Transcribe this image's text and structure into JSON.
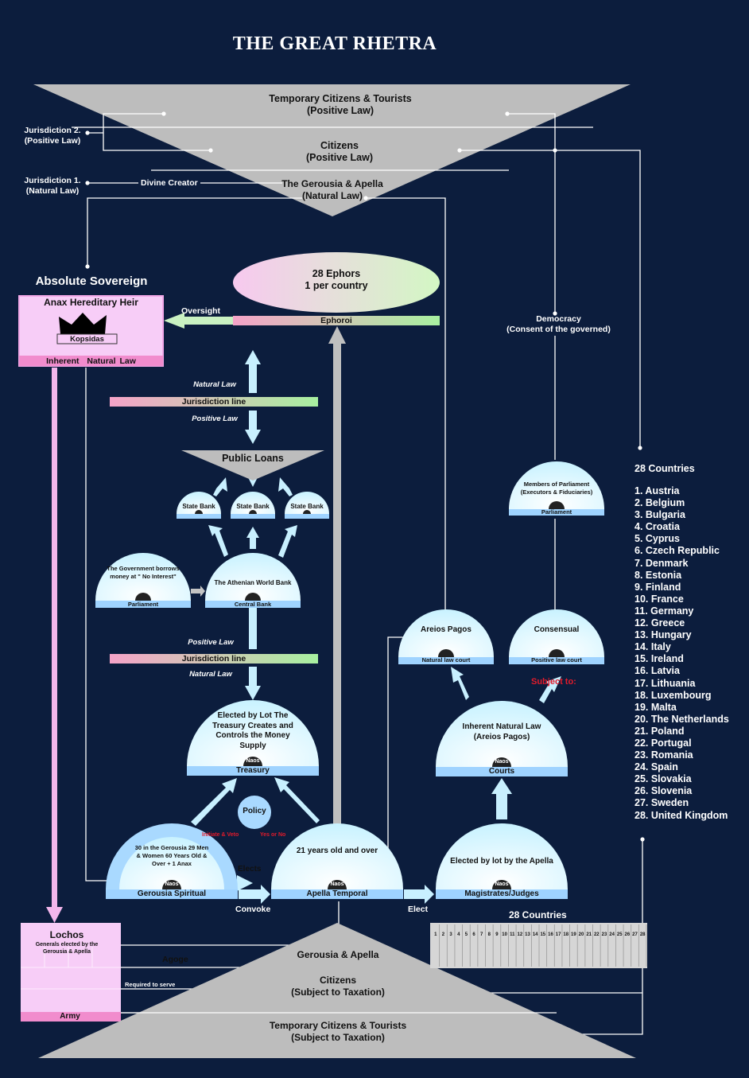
{
  "title": "THE GREAT RHETRA",
  "top_pyramid": {
    "tier1": "Temporary Citizens & Tourists",
    "tier1_sub": "(Positive Law)",
    "tier2": "Citizens",
    "tier2_sub": "(Positive Law)",
    "tier3": "The Gerousia & Apella",
    "tier3_sub": "(Natural Law)"
  },
  "jurisdiction2": {
    "label": "Jurisdiction 2.",
    "sub": "(Positive Law)"
  },
  "jurisdiction1": {
    "label": "Jurisdiction 1.",
    "sub": "(Natural Law)"
  },
  "divine_creator": "Divine Creator",
  "absolute_sovereign": "Absolute Sovereign",
  "anax": {
    "title": "Anax Hereditary Heir",
    "crown_label": "Kopsidas",
    "footer_left": "Inherent",
    "footer_right": "Natural Law"
  },
  "oversight": "Oversight",
  "ephors": {
    "line1": "28 Ephors",
    "line2": "1 per country",
    "bar": "Ephoroi"
  },
  "democracy": {
    "line1": "Democracy",
    "line2": "(Consent of the governed)"
  },
  "upper_jurisdiction": {
    "above": "Natural Law",
    "bar": "Jurisdiction line",
    "below": "Positive Law"
  },
  "public_loans": "Public Loans",
  "state_banks": [
    "State Bank",
    "State Bank",
    "State Bank"
  ],
  "parliament_borrow": {
    "text": "The Government borrows money at \" No Interest\"",
    "base": "Parliament"
  },
  "central_bank": {
    "text": "The Athenian World Bank",
    "base": "Central Bank"
  },
  "lower_jurisdiction": {
    "above": "Positive Law",
    "bar": "Jurisdiction line",
    "below": "Natural Law"
  },
  "treasury": {
    "text": "Elected by Lot The Treasury Creates and Controls the Money Supply",
    "naos": "Naos",
    "base": "Treasury"
  },
  "policy": {
    "label": "Policy",
    "left": "Initiate & Veto",
    "right": "Yes or No"
  },
  "gerousia": {
    "text": "30 in the Gerousia 29 Men & Women 60 Years Old & Over + 1 Anax",
    "naos": "Naos",
    "base": "Gerousia Spiritual"
  },
  "apella": {
    "text": "21 years old and over",
    "naos": "Naos",
    "base": "Apella Temporal"
  },
  "magistrates": {
    "text": "Elected by lot by the Apella",
    "naos": "Naos",
    "base": "Magistrates/Judges"
  },
  "courts": {
    "text": "Inherent Natural Law (Areios Pagos)",
    "naos": "Naos",
    "base": "Courts"
  },
  "areios_pagos": {
    "text": "Areios Pagos",
    "base": "Natural law court"
  },
  "consensual": {
    "text": "Consensual",
    "base": "Positive law court"
  },
  "subject_to": "Subject to:",
  "parliament_members": {
    "text": "Members of Parliament (Executors & Fiduciaries)",
    "base": "Parliament"
  },
  "arrows": {
    "elects": "Elects",
    "convoke": "Convoke",
    "elect": "Elect",
    "agoge": "Agoge",
    "required": "Required to serve"
  },
  "lochos": {
    "title": "Lochos",
    "sub": "Generals elected by the Gerousia & Apella",
    "footer": "Army"
  },
  "countries_block": {
    "title": "28 Countries",
    "cells": [
      "1",
      "2",
      "3",
      "4",
      "5",
      "6",
      "7",
      "8",
      "9",
      "10",
      "11",
      "12",
      "13",
      "14",
      "15",
      "16",
      "17",
      "18",
      "19",
      "20",
      "21",
      "22",
      "23",
      "24",
      "25",
      "26",
      "27",
      "28"
    ]
  },
  "bottom_pyramid": {
    "tier1": "Gerousia & Apella",
    "tier2": "Citizens",
    "tier2_sub": "(Subject to Taxation)",
    "tier3": "Temporary Citizens & Tourists",
    "tier3_sub": "(Subject to Taxation)"
  },
  "countries": {
    "title": "28 Countries",
    "items": [
      "1.  Austria",
      "2.  Belgium",
      "3.  Bulgaria",
      "4.  Croatia",
      "5.  Cyprus",
      "6.  Czech Republic",
      "7.  Denmark",
      "8.  Estonia",
      "9.  Finland",
      "10.  France",
      "11.  Germany",
      "12.  Greece",
      "13.  Hungary",
      "14.  Italy",
      "15.  Ireland",
      "16.  Latvia",
      "17.  Lithuania",
      "18.  Luxembourg",
      "19.  Malta",
      "20.  The Netherlands",
      "21.  Poland",
      "22.  Portugal",
      "23.  Romania",
      "24.  Spain",
      "25.  Slovakia",
      "26.  Slovenia",
      "27.  Sweden",
      "28.  United Kingdom"
    ]
  }
}
